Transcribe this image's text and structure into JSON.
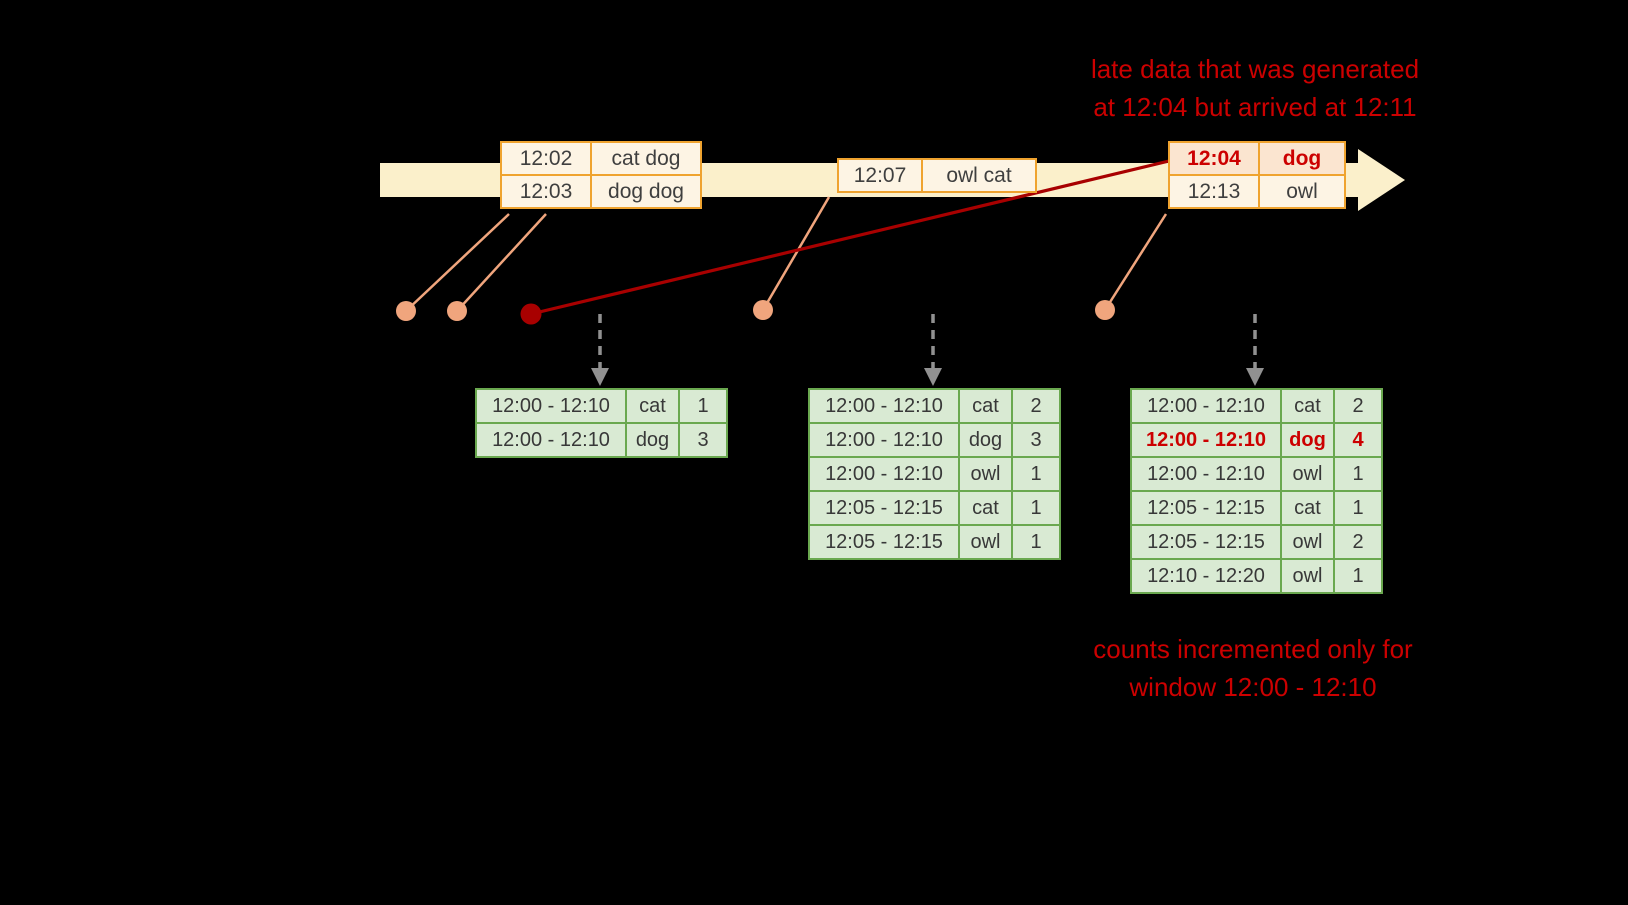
{
  "annotations": {
    "late_data": [
      "late data that was generated",
      "at 12:04 but arrived at 12:11"
    ],
    "counts": [
      "counts incremented only for",
      "window 12:00 - 12:10"
    ]
  },
  "timeline": {
    "events": [
      {
        "rows": [
          {
            "time": "12:02",
            "words": "cat dog"
          },
          {
            "time": "12:03",
            "words": "dog dog"
          }
        ]
      },
      {
        "rows": [
          {
            "time": "12:07",
            "words": "owl cat"
          }
        ]
      },
      {
        "rows": [
          {
            "time": "12:04",
            "words": "dog",
            "late": true
          },
          {
            "time": "12:13",
            "words": "owl"
          }
        ]
      }
    ]
  },
  "result_tables": [
    {
      "rows": [
        {
          "window": "12:00 - 12:10",
          "word": "cat",
          "count": "1"
        },
        {
          "window": "12:00 - 12:10",
          "word": "dog",
          "count": "3"
        }
      ]
    },
    {
      "rows": [
        {
          "window": "12:00 - 12:10",
          "word": "cat",
          "count": "2"
        },
        {
          "window": "12:00 - 12:10",
          "word": "dog",
          "count": "3"
        },
        {
          "window": "12:00 - 12:10",
          "word": "owl",
          "count": "1"
        },
        {
          "window": "12:05 - 12:15",
          "word": "cat",
          "count": "1"
        },
        {
          "window": "12:05 - 12:15",
          "word": "owl",
          "count": "1"
        }
      ]
    },
    {
      "rows": [
        {
          "window": "12:00 - 12:10",
          "word": "cat",
          "count": "2"
        },
        {
          "window": "12:00 - 12:10",
          "word": "dog",
          "count": "4",
          "late": true
        },
        {
          "window": "12:00 - 12:10",
          "word": "owl",
          "count": "1"
        },
        {
          "window": "12:05 - 12:15",
          "word": "cat",
          "count": "1"
        },
        {
          "window": "12:05 - 12:15",
          "word": "owl",
          "count": "2"
        },
        {
          "window": "12:10 - 12:20",
          "word": "owl",
          "count": "1"
        }
      ]
    }
  ],
  "colors": {
    "background": "#000000",
    "annotation_red": "#cc0000",
    "late_line_red": "#a80000",
    "timeline_fill": "#fbf0cb",
    "event_box_border": "#efa32f",
    "event_box_fill": "#fdf4e4",
    "late_event_fill": "#fbe5d0",
    "event_dot_salmon": "#f0a57d",
    "trigger_arrow_gray": "#919191",
    "result_table_border": "#6aa84f",
    "result_table_fill": "#d9ead3"
  }
}
